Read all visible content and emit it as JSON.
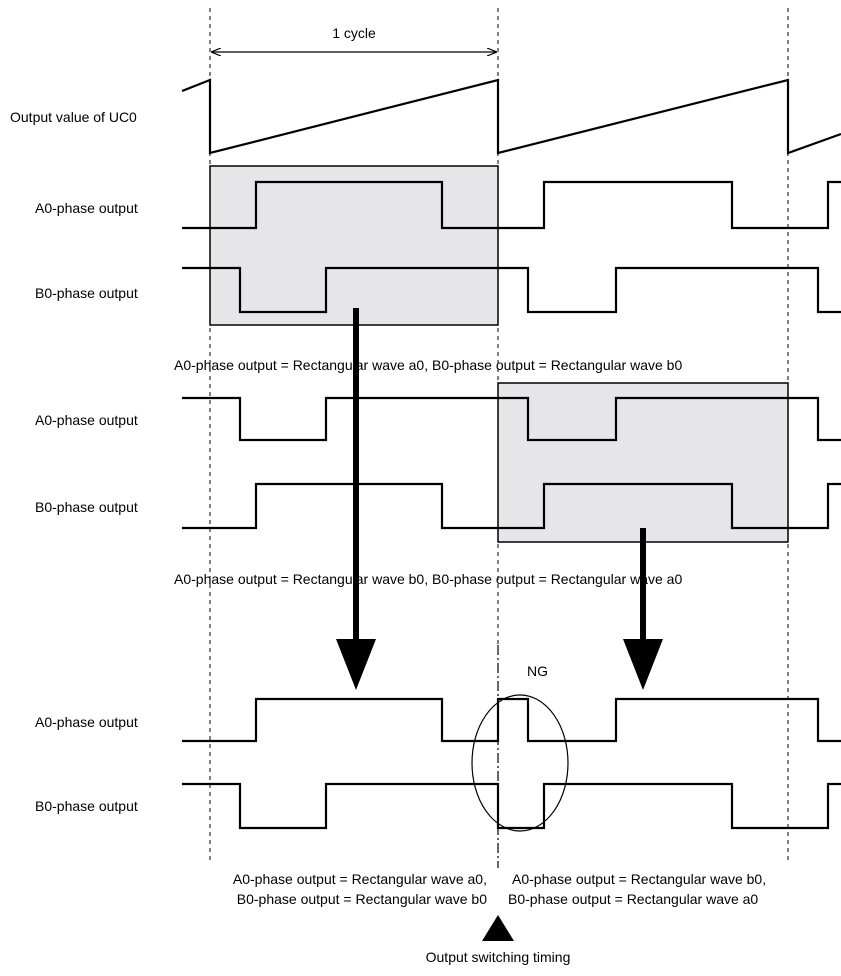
{
  "cycle_label": "1 cycle",
  "uc0_label": "Output value of UC0",
  "a0_label": "A0-phase output",
  "b0_label": "B0-phase output",
  "caption_1": "A0-phase output = Rectangular wave a0, B0-phase output = Rectangular wave b0",
  "caption_2": "A0-phase output = Rectangular wave b0, B0-phase output = Rectangular wave a0",
  "ng_label": "NG",
  "bottom_left_line1": "A0-phase output = Rectangular wave a0,",
  "bottom_left_line2": "B0-phase output = Rectangular wave b0",
  "bottom_right_line1": "A0-phase output = Rectangular wave b0,",
  "bottom_right_line2": "B0-phase output = Rectangular wave a0",
  "switch_label": "Output switching timing"
}
